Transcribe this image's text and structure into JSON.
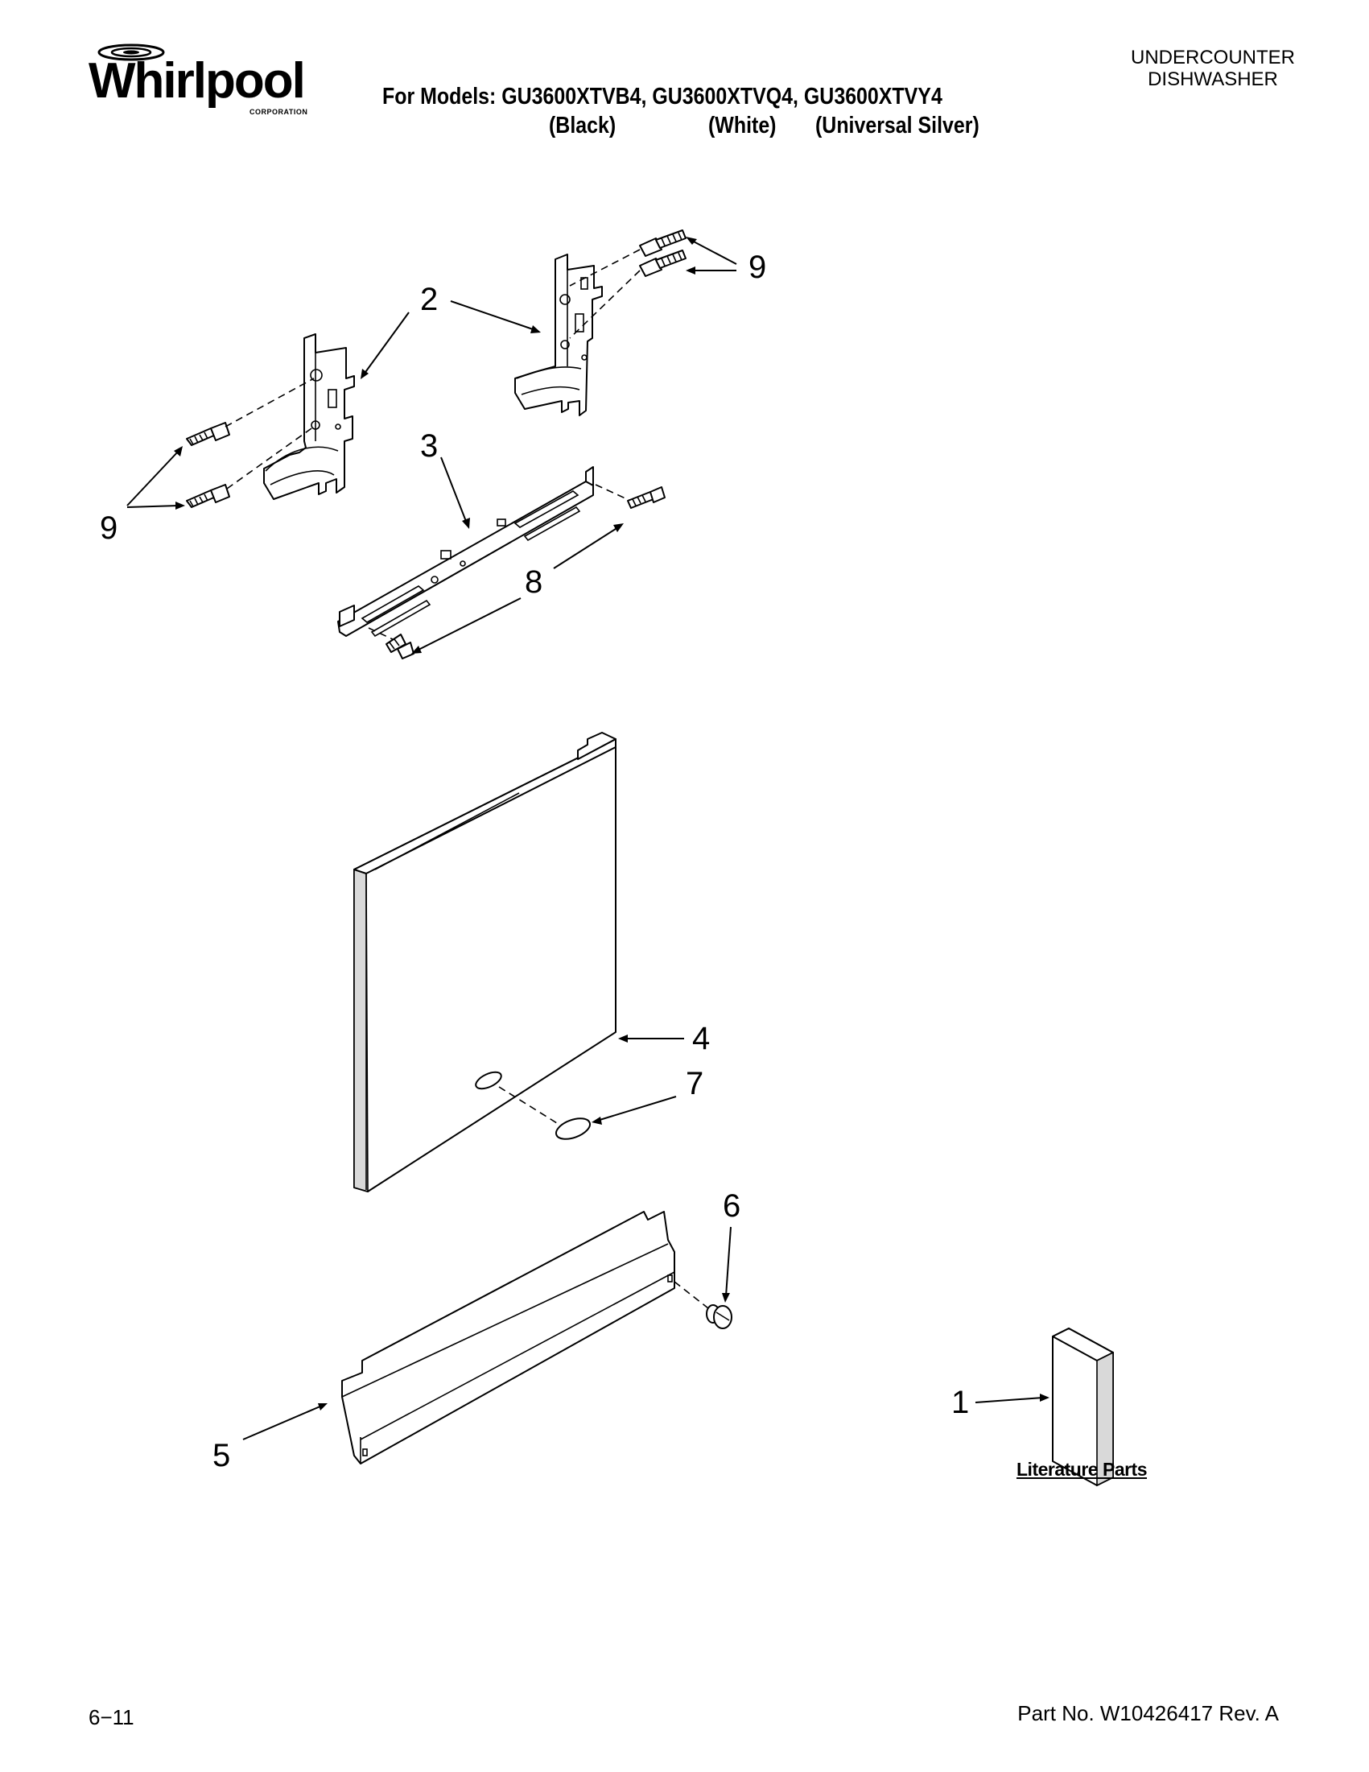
{
  "header": {
    "brand": "Whirlpool",
    "brand_sub": "CORPORATION",
    "models_line": "For Models: GU3600XTVB4, GU3600XTVQ4, GU3600XTVY4",
    "colors": [
      "(Black)",
      "(White)",
      "(Universal Silver)"
    ],
    "category_line1": "UNDERCOUNTER",
    "category_line2": "DISHWASHER"
  },
  "callouts": {
    "c1": "1",
    "c2": "2",
    "c3": "3",
    "c4": "4",
    "c5": "5",
    "c6": "6",
    "c7": "7",
    "c8": "8",
    "c9_top": "9",
    "c9_left": "9"
  },
  "literature_label": "Literature Parts",
  "footer": {
    "date": "6−11",
    "part_no": "Part No. W10426417 Rev. A"
  }
}
